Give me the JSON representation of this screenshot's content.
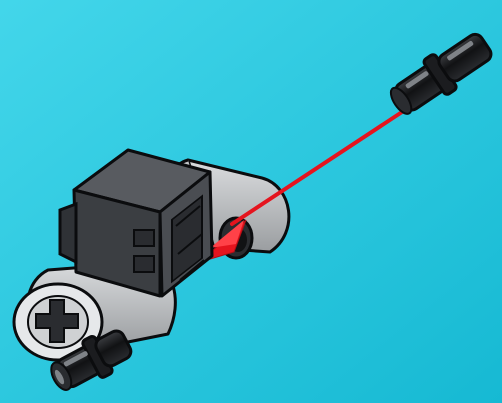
{
  "scene": {
    "description_free": true,
    "colors": {
      "background_light": "#3fd4e8",
      "background_dark": "#16b9d3",
      "beam_grey": "#a9abae",
      "beam_light": "#d3d5d7",
      "connector_dark": "#3b3e42",
      "connector_top": "#585b60",
      "pin_black": "#16171a",
      "pin_highlight": "#7f8388",
      "arrow_red": "#e5141e",
      "outline": "#0b0c0e"
    },
    "parts": [
      {
        "name": "cross-axle-connector",
        "color": "connector_dark"
      },
      {
        "name": "beam-top-right",
        "color": "beam_grey"
      },
      {
        "name": "beam-bottom-left",
        "color": "beam_grey"
      },
      {
        "name": "friction-pin-floating",
        "color": "pin_black"
      },
      {
        "name": "friction-pin-bottom",
        "color": "pin_black"
      }
    ],
    "arrow": {
      "name": "insertion-arrow",
      "color": "arrow_red"
    }
  }
}
